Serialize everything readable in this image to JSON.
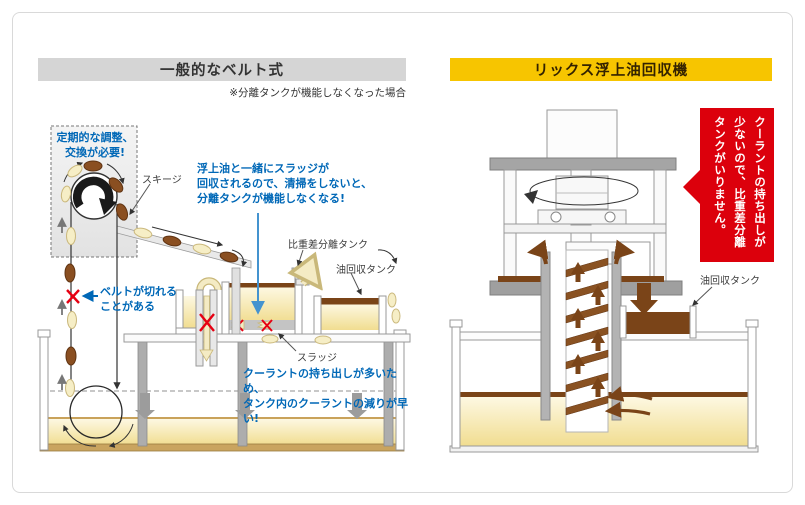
{
  "colors": {
    "header_gray": "#d5d5d5",
    "header_yellow": "#f7c500",
    "callout_blue": "#0068b7",
    "bubble_red": "#dc000c",
    "error_red": "#e60012",
    "oil_brown": "#7a4418",
    "coolant_yellow": "#f3e098",
    "structure_gray": "#9f9f9f"
  },
  "left_panel": {
    "header": "一般的なベルト式",
    "note": "※分離タンクが機能しなくなった場合",
    "callouts": {
      "maintenance": "定期的な調整、\n交換が必要!",
      "sludge_recovery": "浮上油と一緒にスラッジが\n回収されるので、清掃をしないと、\n分離タンクが機能しなくなる!",
      "belt_break": "ベルトが切れる\nことがある",
      "coolant_loss": "クーラントの持ち出しが多いため、\nタンク内のクーラントの減りが早い!"
    },
    "labels": {
      "squeegee": "スキージ",
      "separation_tank": "比重差分離タンク",
      "oil_tank": "油回収タンク",
      "sludge": "スラッジ"
    }
  },
  "right_panel": {
    "header": "リックス浮上油回収機",
    "bubble": "クーラントの持ち出しが少ないので、比重差分離タンクがいりません。",
    "labels": {
      "oil_tank": "油回収タンク"
    }
  }
}
